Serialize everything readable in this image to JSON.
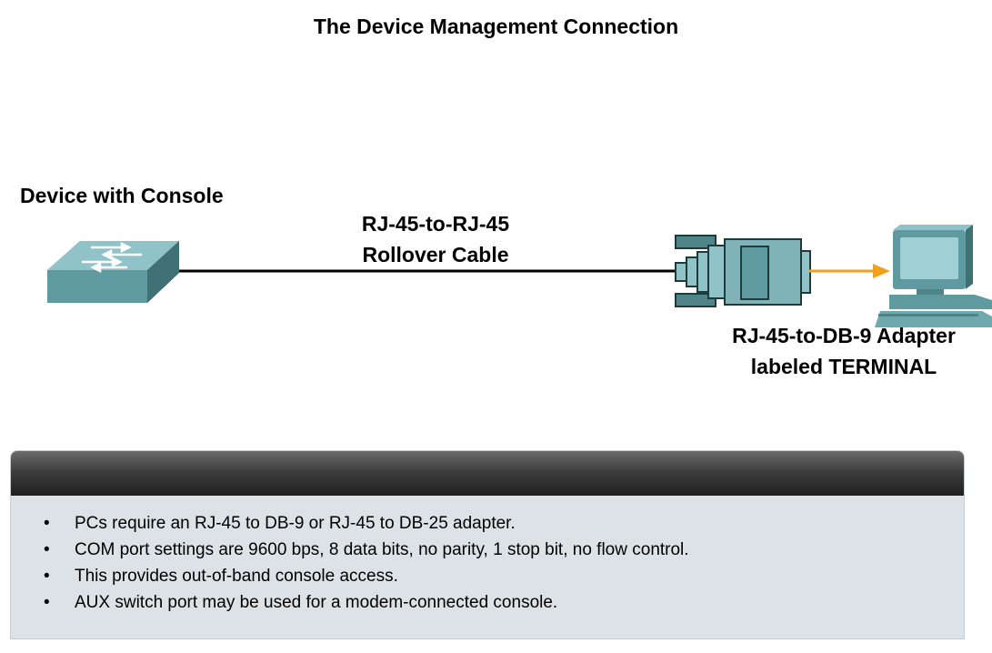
{
  "title": "The Device Management Connection",
  "labels": {
    "device": "Device with Console",
    "cable_line1": "RJ-45-to-RJ-45",
    "cable_line2": "Rollover Cable",
    "adapter_line1": "RJ-45-to-DB-9 Adapter",
    "adapter_line2": "labeled TERMINAL"
  },
  "icons": {
    "switch": "switch-icon",
    "adapter": "db9-adapter-icon",
    "pc": "pc-terminal-icon",
    "arrow": "arrow-right-icon"
  },
  "colors": {
    "device_teal": "#5f9aa0",
    "arrow_orange": "#f5a01a",
    "panel_bg": "#dde2e6"
  },
  "notes": [
    "PCs require an RJ-45 to DB-9 or RJ-45 to DB-25 adapter.",
    "COM port settings are 9600 bps, 8 data bits, no parity, 1 stop bit, no flow control.",
    "This provides out-of-band console access.",
    "AUX switch port may be used for a modem-connected console."
  ]
}
